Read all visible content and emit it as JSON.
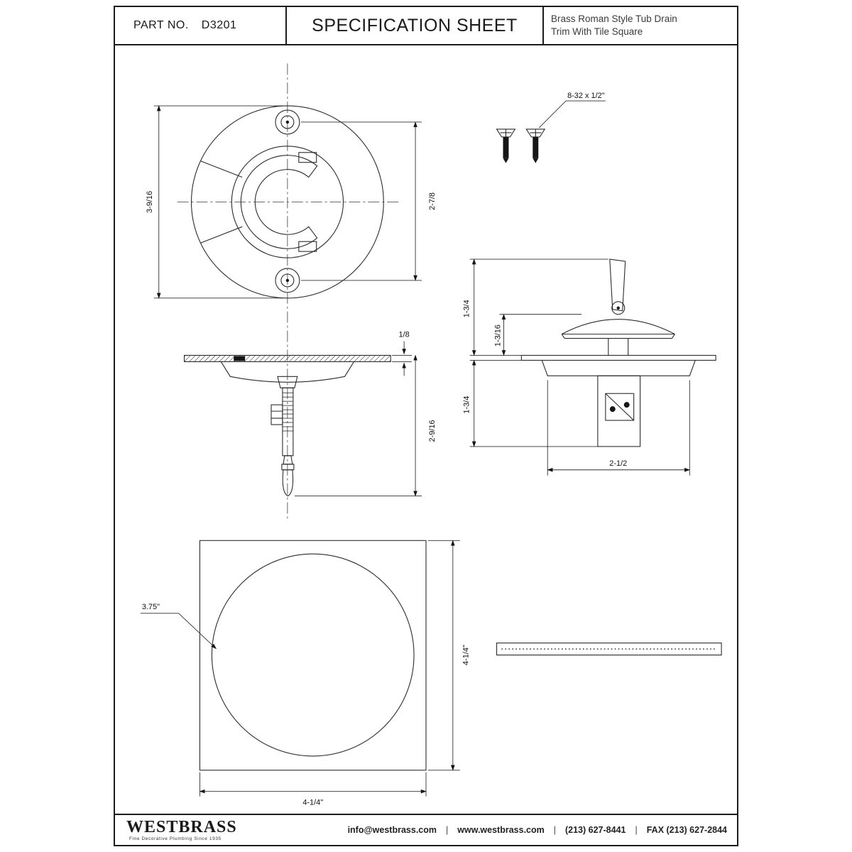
{
  "header": {
    "part_label": "PART NO.",
    "part_number": "D3201",
    "title": "SPECIFICATION SHEET",
    "product_line1": "Brass Roman Style Tub Drain",
    "product_line2": "Trim With Tile Square"
  },
  "dims": {
    "front_height": "3-9/16",
    "screw_spacing": "2-7/8",
    "screw_spec": "8-32 x 1/2\"",
    "flange_thickness": "1/8",
    "stopper_depth": "2-9/16",
    "lever_height": "1-3/4",
    "cap_height": "1-3/16",
    "body_depth": "1-3/4",
    "body_width": "2-1/2",
    "tile_height": "4-1/4\"",
    "tile_width": "4-1/4\"",
    "hole_diameter": "3.75\""
  },
  "footer": {
    "brand": "WESTBRASS",
    "tagline": "Fine Decorative Plumbing Since 1935",
    "email": "info@westbrass.com",
    "website": "www.westbrass.com",
    "phone": "(213) 627-8441",
    "fax": "FAX (213) 627-2844",
    "separator": "|"
  }
}
